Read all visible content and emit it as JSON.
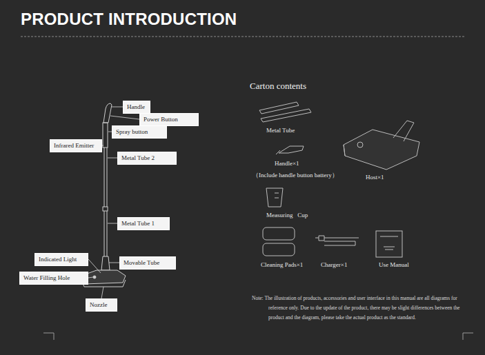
{
  "diagram": {
    "title": "PRODUCT INTRODUCTION",
    "nodes": [
      {
        "text": [
          "Handle"
        ]
      },
      {
        "text": [
          "Power Button"
        ]
      },
      {
        "text": [
          "Spray button"
        ]
      },
      {
        "text": [
          "Infrared Emitter"
        ]
      },
      {
        "text": [
          "Metal Tube 2"
        ]
      },
      {
        "text": [
          "Metal Tube 1"
        ]
      },
      {
        "text": [
          "Indicated Light"
        ]
      },
      {
        "text": [
          "Movable Tube"
        ]
      },
      {
        "text": [
          "Water Filling Hole"
        ]
      },
      {
        "text": [
          "Nozzle"
        ]
      }
    ],
    "labels": [
      "Carton contents",
      "Metal Tube",
      "Handle×1",
      "（Include handle button battery）",
      "Host×1",
      "Measuring   Cup",
      "Cleaning Pads×1",
      "Charger×1",
      "Use Manual",
      "Note: The illustration of products, accessories and user interface in this manual are all diagrams for reference only. Due to the update of the product, there may be slight differences between the product and the diagram, please take the actual product as the standard."
    ]
  }
}
